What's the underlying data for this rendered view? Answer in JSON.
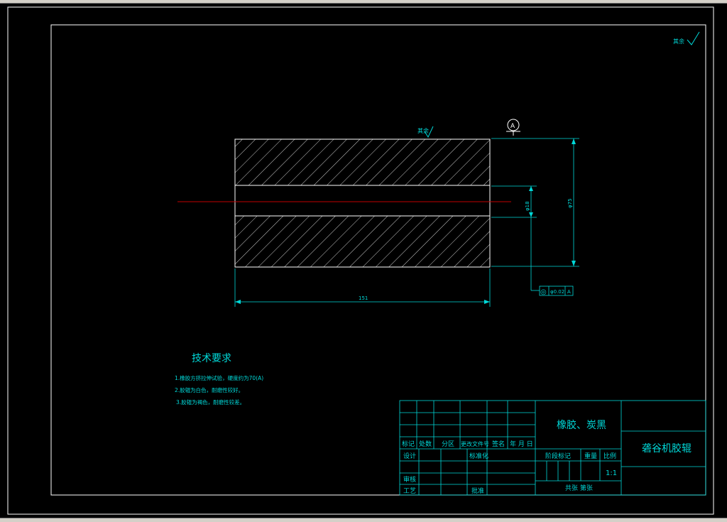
{
  "window": {
    "title": ""
  },
  "drawing": {
    "roughness_symbols": {
      "top_right": "其余",
      "top_surface": "其余"
    },
    "dimensions": {
      "length": "151",
      "inner_diameter": "φ18",
      "outer_diameter": "φ75"
    },
    "tolerance_frame": {
      "symbol": "◎",
      "value": "φ0.02",
      "datum": "A"
    },
    "datum_label": "A",
    "tech_requirements": {
      "title": "技术要求",
      "items": [
        "1.橡胶方挤拉伸试验，硬度约为70(A)",
        "2.胶辊为白色，耐磨性较好。",
        "3.胶辊为褐色，耐磨性较差。"
      ]
    }
  },
  "title_block": {
    "material": "橡胶、炭黑",
    "part_name": "砻谷机胶辊",
    "scale": "1:1",
    "headers": {
      "mark": "标记",
      "count": "处数",
      "zone": "分区",
      "change_doc": "更改文件号",
      "signature": "签名",
      "date": "年 月 日",
      "design": "设计",
      "standardization": "标准化",
      "stage_mark": "阶段标记",
      "weight": "重量",
      "scale_label": "比例",
      "review": "审核",
      "process": "工艺",
      "approve": "批准",
      "sheets": "共张 第张"
    }
  },
  "colors": {
    "background": "#000000",
    "frame": "#ffffff",
    "cyan": "#00d8d8",
    "centerline": "#c00000",
    "window_chrome": "#d4d0c8"
  }
}
